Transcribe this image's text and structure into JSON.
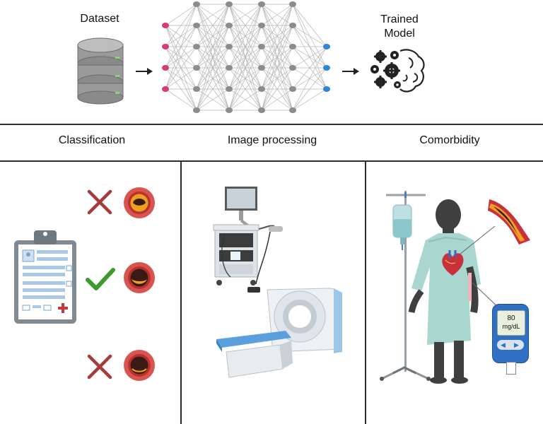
{
  "header": {
    "dataset_label": "Dataset",
    "trained_model_label": "Trained Model"
  },
  "sections": {
    "classification": "Classification",
    "image_processing": "Image processing",
    "comorbidity": "Comorbidity"
  },
  "glucose_meter": {
    "value": "80",
    "unit": "mg/dL"
  },
  "colors": {
    "input_nodes": "#d63a7a",
    "hidden_nodes": "#8c8c8c",
    "output_nodes": "#2d86d8",
    "cross": "#a73a3a",
    "check": "#3e9a2c"
  }
}
